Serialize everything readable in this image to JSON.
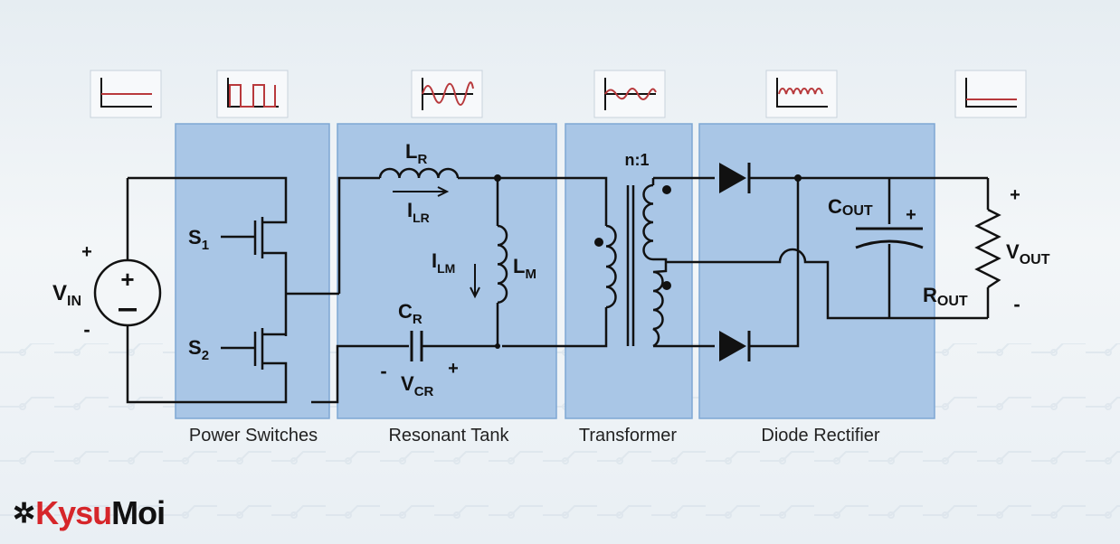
{
  "blocks": [
    {
      "label": "Power Switches"
    },
    {
      "label": "Resonant Tank"
    },
    {
      "label": "Transformer"
    },
    {
      "label": "Diode Rectifier"
    }
  ],
  "labels": {
    "vin": "V",
    "vin_sub": "IN",
    "plus": "+",
    "minus": "-",
    "s1": "S",
    "s1_sub": "1",
    "s2": "S",
    "s2_sub": "2",
    "lr": "L",
    "lr_sub": "R",
    "ilr": "I",
    "ilr_sub": "LR",
    "ilm": "I",
    "ilm_sub": "LM",
    "lm": "L",
    "lm_sub": "M",
    "cr": "C",
    "cr_sub": "R",
    "vcr": "V",
    "vcr_sub": "CR",
    "ratio": "n:1",
    "cout": "C",
    "cout_sub": "OUT",
    "vout": "V",
    "vout_sub": "OUT",
    "rout": "R",
    "rout_sub": "OUT"
  },
  "logo": {
    "part1": "Kysu",
    "part2": "Moi"
  },
  "colors": {
    "block_fill": "#a9c6e6",
    "block_stroke": "#7ea7d4",
    "wave": "#b8393c",
    "wire": "#111111",
    "logo_red": "#d6262a"
  },
  "icons": [
    "dc-step-icon",
    "square-wave-icon",
    "sine-growing-wave-icon",
    "small-sine-wave-icon",
    "rectified-wave-icon",
    "dc-output-icon"
  ]
}
